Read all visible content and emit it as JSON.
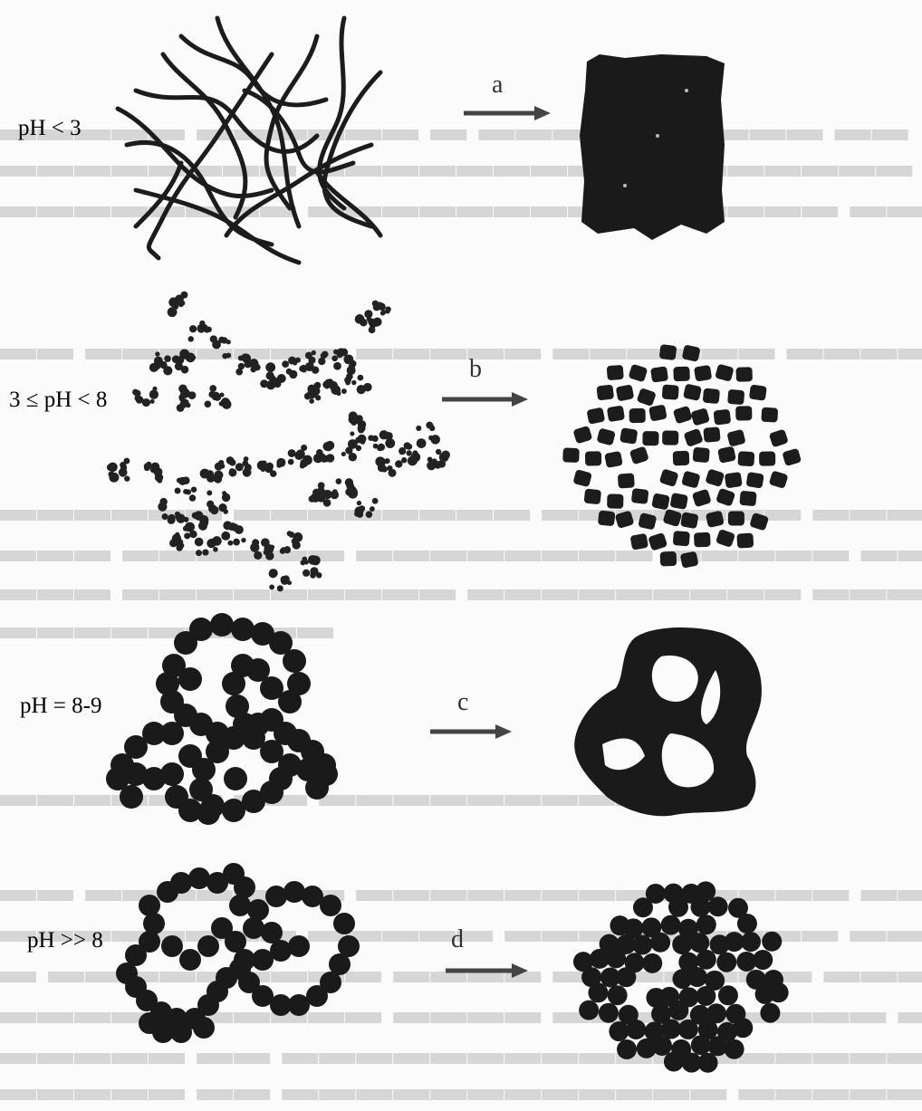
{
  "rows": [
    {
      "condition": "pH < 3",
      "step": "a"
    },
    {
      "condition": "3 ≤ pH < 8",
      "step": "b"
    },
    {
      "condition": "pH = 8-9",
      "step": "c"
    },
    {
      "condition": "pH >> 8",
      "step": "d"
    }
  ],
  "colors": {
    "ink": "#1c1c1c",
    "arrow": "#444444",
    "background": "#fbfbfb"
  }
}
